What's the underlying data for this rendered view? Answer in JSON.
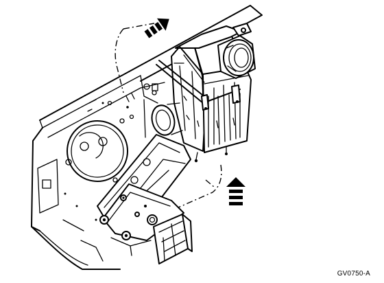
{
  "figure": {
    "code": "GV0750-A"
  },
  "colors": {
    "line": "#000000",
    "background": "#ffffff"
  },
  "parts": [
    "fender-apron",
    "air-cleaner-housing",
    "mounting-bracket",
    "radiator-support-bracket"
  ],
  "arrows": [
    {
      "name": "removal-arrow",
      "direction": "up-right"
    },
    {
      "name": "install-arrow",
      "direction": "up"
    }
  ]
}
